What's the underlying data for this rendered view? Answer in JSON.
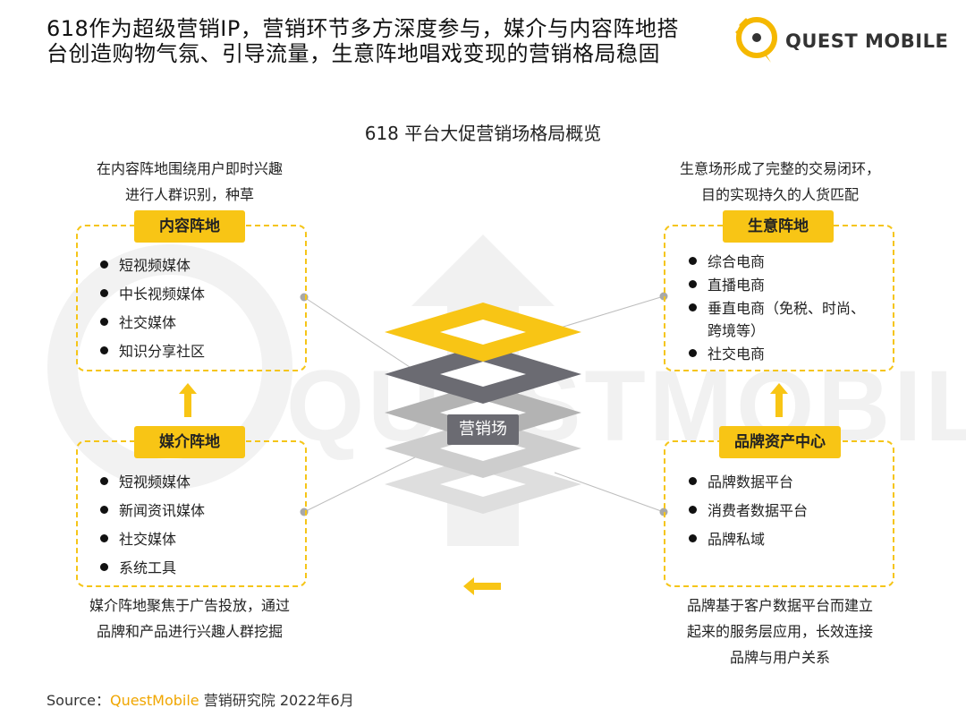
{
  "header": {
    "title_line1": "618作为超级营销IP，营销环节多方深度参与，媒介与内容阵地搭",
    "title_line2": "台创造购物气氛、引导流量，生意阵地唱戏变现的营销格局稳固",
    "logo_text": "QUEST MOBILE"
  },
  "watermark": "QUESTMOBILE",
  "diagram": {
    "title": "618 平台大促营销场格局概览",
    "center_label": "营销场",
    "top_left": {
      "desc": [
        "在内容阵地围绕用户即时兴趣",
        "进行人群识别，种草"
      ],
      "tag": "内容阵地",
      "items": [
        "短视频媒体",
        "中长视频媒体",
        "社交媒体",
        "知识分享社区"
      ]
    },
    "bottom_left": {
      "tag": "媒介阵地",
      "items": [
        "短视频媒体",
        "新闻资讯媒体",
        "社交媒体",
        "系统工具"
      ],
      "desc": [
        "媒介阵地聚焦于广告投放，通过",
        "品牌和产品进行兴趣人群挖掘"
      ]
    },
    "top_right": {
      "desc": [
        "生意场形成了完整的交易闭环，",
        "目的实现持久的人货匹配"
      ],
      "tag": "生意阵地",
      "items": [
        "综合电商",
        "直播电商",
        "垂直电商（免税、时尚、",
        "社交电商"
      ],
      "item3_cont": "跨境等）"
    },
    "bottom_right": {
      "tag": "品牌资产中心",
      "items": [
        "品牌数据平台",
        "消费者数据平台",
        "品牌私域"
      ],
      "desc": [
        "品牌基于客户数据平台而建立",
        "起来的服务层应用，长效连接",
        "品牌与用户关系"
      ]
    }
  },
  "source": {
    "prefix": "Source：",
    "brand": "QuestMobile",
    "suffix": " 营销研究院 2022年6月"
  },
  "colors": {
    "accent_yellow": "#f8c515",
    "layer_dark": "#6b6b72",
    "layer_mid": "#a9a9a9",
    "layer_light": "#cfcfcf"
  }
}
